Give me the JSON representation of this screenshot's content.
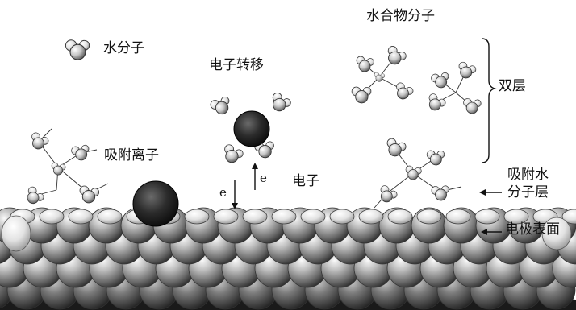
{
  "labels": {
    "water_molecule": "水分子",
    "electron_transfer": "电子转移",
    "hydrate_molecule": "水合物分子",
    "double_layer": "双层",
    "adsorbed_ion": "吸附离子",
    "electron": "电子",
    "adsorbed_water_line1": "吸附水",
    "adsorbed_water_line2": "分子层",
    "electrode_surface": "电极表面",
    "e_down": "e",
    "e_up": "e"
  }
}
